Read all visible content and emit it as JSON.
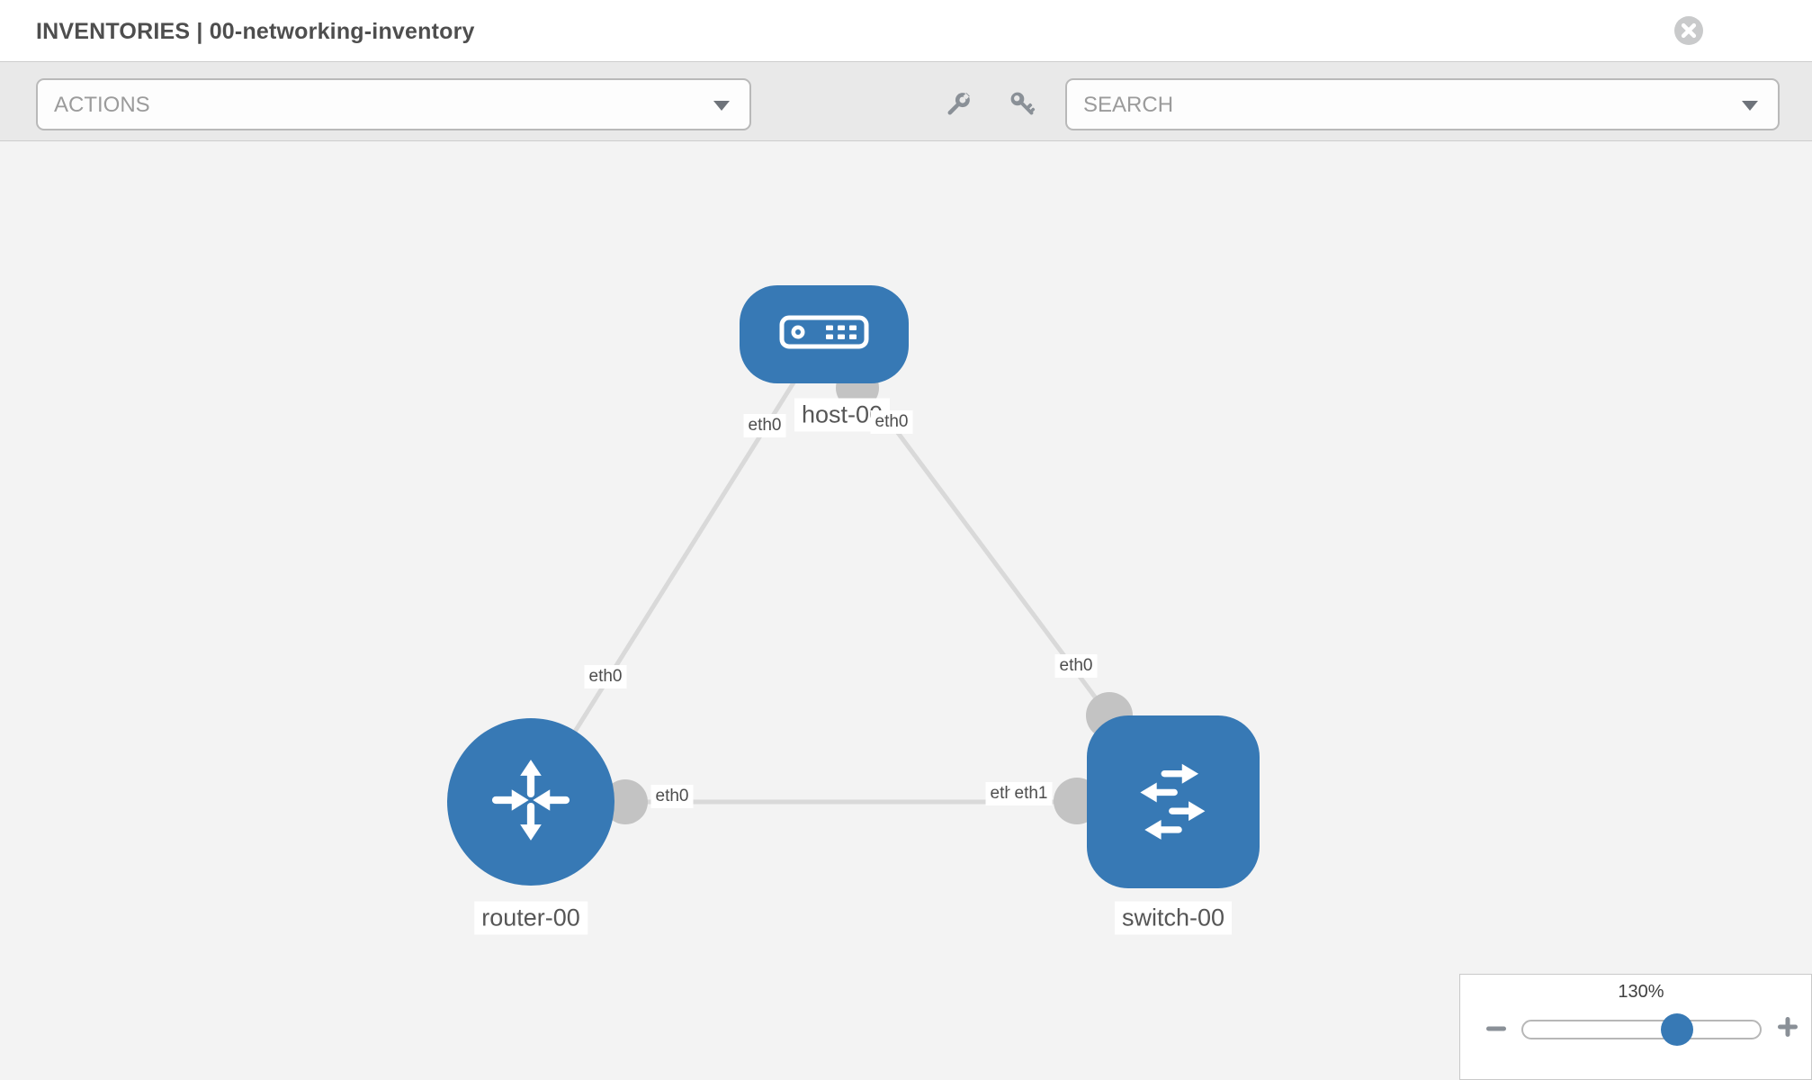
{
  "header": {
    "title": "INVENTORIES | 00-networking-inventory",
    "close_icon": "x-circle"
  },
  "toolbar": {
    "actions_label": "ACTIONS",
    "search_label": "SEARCH",
    "wrench_icon": "wrench",
    "key_icon": "key",
    "caret_icon": "chevron-down"
  },
  "diagram": {
    "nodes": [
      {
        "label": "host-00",
        "type": "host",
        "icon": "server"
      },
      {
        "label": "router-00",
        "type": "router",
        "icon": "route-arrows"
      },
      {
        "label": "switch-00",
        "type": "switch",
        "icon": "switch-arrows"
      }
    ],
    "links": [
      {
        "from": "host-00",
        "to": "router-00",
        "from_interface": "eth0",
        "to_interface": "eth0"
      },
      {
        "from": "host-00",
        "to": "switch-00",
        "from_interface": "eth0",
        "to_interface": "eth0"
      },
      {
        "from": "router-00",
        "to": "switch-00",
        "from_interface": "eth0",
        "to_interface": "eth1"
      }
    ],
    "interface_labels": {
      "host_left": "eth0",
      "host_right": "eth0",
      "router_top": "eth0",
      "router_right": "eth0",
      "switch_top": "eth0",
      "switch_left_back": "eth0",
      "switch_left_front": "eth1"
    }
  },
  "zoom_control": {
    "level": "130%",
    "minus_icon": "minus",
    "plus_icon": "plus"
  },
  "colors": {
    "node_blue": "#3779b5",
    "link_gray": "#d9d9d9",
    "port_gray": "#c3c3c3",
    "toolbar_bg": "#e9e9e9",
    "canvas_bg": "#f3f3f3",
    "label_text": "#565656",
    "muted_text": "#9b9b9b",
    "icon_gray": "#8a9097"
  }
}
